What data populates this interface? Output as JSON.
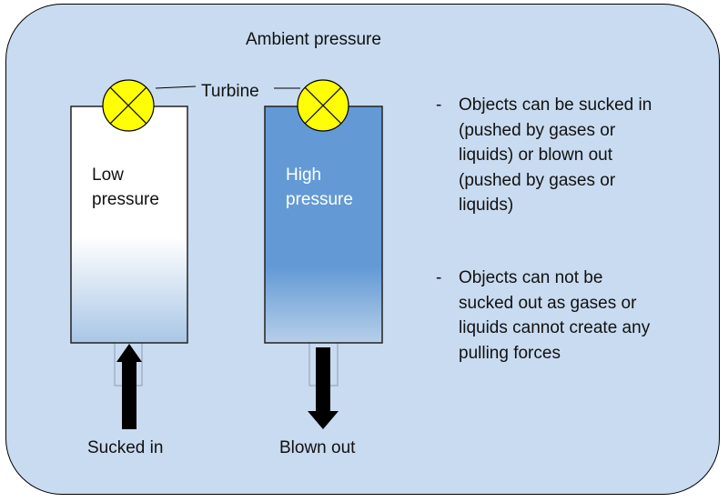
{
  "diagram": {
    "title": "Ambient pressure",
    "turbine_label": "Turbine",
    "left_chamber": {
      "label_line1": "Low",
      "label_line2": "pressure",
      "arrow_label": "Sucked in"
    },
    "right_chamber": {
      "label_line1": "High",
      "label_line2": "pressure",
      "arrow_label": "Blown out"
    },
    "bullets": [
      {
        "dash": "-",
        "lines": [
          "Objects can be sucked in",
          "(pushed by gases or",
          "liquids) or blown out",
          "(pushed by gases or",
          "liquids)"
        ]
      },
      {
        "dash": "-",
        "lines": [
          "Objects can not be",
          "sucked out as gases or",
          "liquids cannot create any",
          "pulling forces"
        ]
      }
    ],
    "colors": {
      "background": "#c9dbf0",
      "low_pressure_top": "#ffffff",
      "low_pressure_bottom": "#a9c6e6",
      "high_pressure": "#639ad5",
      "turbine": "#ffff00",
      "arrow": "#000000"
    }
  }
}
